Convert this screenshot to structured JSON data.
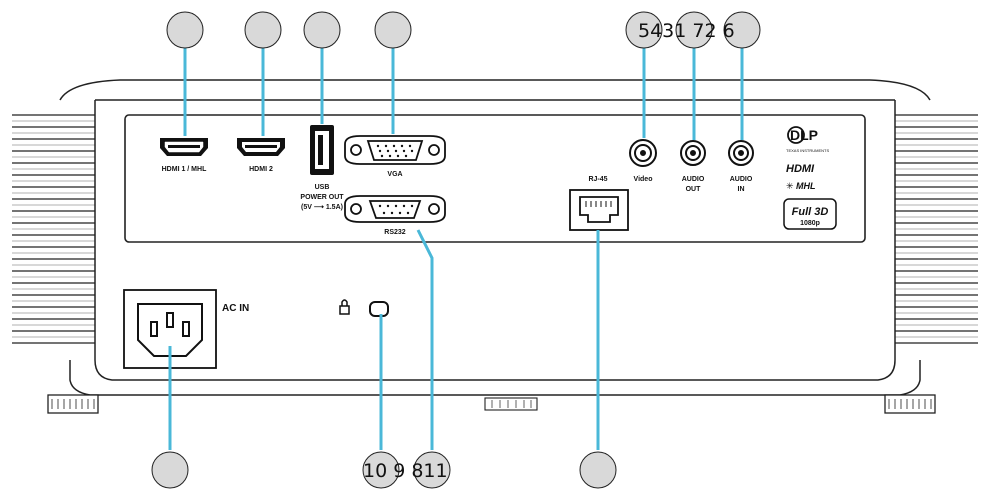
{
  "ports": {
    "hdmi1": "HDMI 1 / MHL",
    "hdmi2": "HDMI 2",
    "usb_line1": "USB",
    "usb_line2": "POWER OUT",
    "usb_line3": "(5V ⟶ 1.5A)",
    "vga": "VGA",
    "rs232": "RS232",
    "rj45": "RJ-45",
    "video": "Video",
    "audio_out_line1": "AUDIO",
    "audio_out_line2": "OUT",
    "audio_in_line1": "AUDIO",
    "audio_in_line2": "IN",
    "ac_in": "AC IN"
  },
  "logos": {
    "dlp": "DLP",
    "dlp_sub": "TEXAS INSTRUMENTS",
    "hdmi": "HDMI",
    "mhl": "MHL",
    "full3d": "Full 3D",
    "full3d_sub": "1080p"
  },
  "callouts": {
    "top": "5431 72 6",
    "bottom": "10 9 811"
  },
  "colors": {
    "callout_line": "#4ab8d8",
    "callout_circle": "#d9d9d9",
    "body_line": "#222222"
  }
}
